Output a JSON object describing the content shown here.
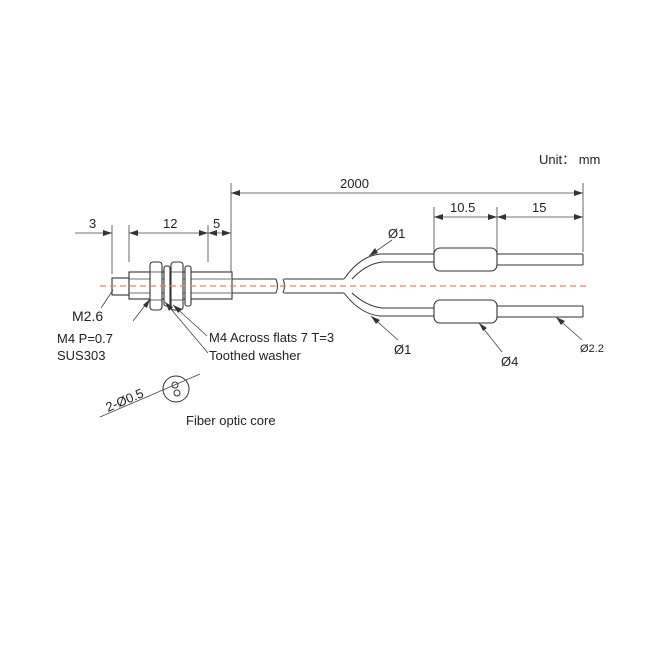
{
  "unit_label": "Unit： mm",
  "dimensions": {
    "total_length": "2000",
    "tip_length": "3",
    "thread_length": "12",
    "rear_length": "5",
    "sleeve_length": "10.5",
    "end_length": "15"
  },
  "diameters": {
    "fiber_upper": "Ø1",
    "fiber_lower": "Ø1",
    "sleeve": "Ø4",
    "cable": "Ø2.2",
    "core": "2-Ø0.5"
  },
  "labels": {
    "tip_thread": "M2.6",
    "body_thread": "M4 P=0.7",
    "material": "SUS303",
    "nut": "M4 Across flats 7  T=3",
    "washer": "Toothed washer",
    "core_caption": "Fiber optic core"
  },
  "colors": {
    "line": "#333333",
    "center_axis": "#e8835a"
  }
}
